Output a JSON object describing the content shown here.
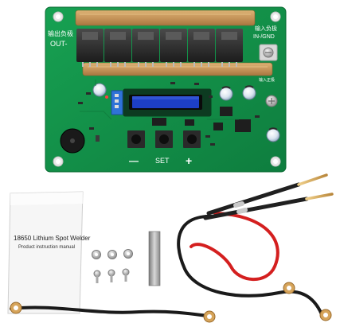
{
  "pcb": {
    "output_label_cn": "输出负极",
    "output_label_en": "OUT-",
    "input_label_cn": "输入负极",
    "input_label_en": "IN-/GND",
    "input_plus_label_cn": "输入正极",
    "minus_label": "—",
    "set_label": "SET",
    "plus_label": "+"
  },
  "booklet": {
    "title": "18650 Lithium Spot Welder",
    "subtitle": "Product instruction manual"
  },
  "colors": {
    "board": "#12904a",
    "copper": "#c99a58",
    "oled": "#1d3fc6",
    "red_wire": "#d41f1f",
    "black_wire": "#1a1a1a"
  }
}
